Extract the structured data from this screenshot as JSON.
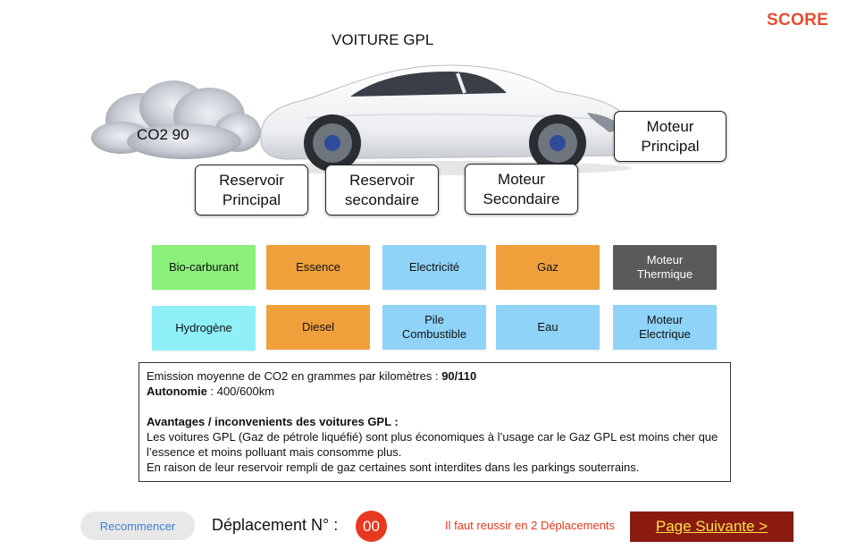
{
  "header": {
    "score_label": "SCORE",
    "title": "VOITURE GPL"
  },
  "scene": {
    "emission_label": "CO2 90",
    "car_image": "white-sports-car-illustration",
    "cloud_image": "smoke-cloud"
  },
  "slots": [
    {
      "label": "Reservoir\nPrincipal"
    },
    {
      "label": "Reservoir\nsecondaire"
    },
    {
      "label": "Moteur\nSecondaire"
    },
    {
      "label": "Moteur\nPrincipal"
    }
  ],
  "tiles": [
    {
      "label": "Bio-carburant",
      "color": "#8af07a"
    },
    {
      "label": "Essence",
      "color": "#f0a03a"
    },
    {
      "label": "Electricité",
      "color": "#8fd3f8"
    },
    {
      "label": "Gaz",
      "color": "#f0a03a"
    },
    {
      "label": "Moteur\nThermique",
      "color": "#5a5a5a"
    },
    {
      "label": "Hydrogène",
      "color": "#8ff0f8"
    },
    {
      "label": "Diesel",
      "color": "#f0a03a"
    },
    {
      "label": "Pile\nCombustible",
      "color": "#8fd3f8"
    },
    {
      "label": "Eau",
      "color": "#8fd3f8"
    },
    {
      "label": "Moteur\nElectrique",
      "color": "#8fd3f8"
    }
  ],
  "info": {
    "emission_text": "Emission moyenne de CO2 en grammes par kilomètres : ",
    "emission_value": "90/110",
    "autonomy_label": "Autonomie",
    "autonomy_value": " :  400/600km",
    "pros_cons_title": "Avantages / inconvenients des voitures GPL :",
    "paragraph_1": "Les voitures GPL (Gaz de pétrole liquéfié) sont plus économiques à l’usage car le Gaz GPL est moins cher que l’essence et moins polluant mais consomme plus.",
    "paragraph_2": "En raison de leur reservoir rempli de gaz certaines sont interdites dans les parkings souterrains."
  },
  "footer": {
    "restart_label": "Recommencer",
    "move_label": "Déplacement N° :",
    "move_count": "00",
    "hint": "Il faut reussir en 2 Déplacements",
    "next_label": "Page Suivante >"
  },
  "colors": {
    "score": "#e74c2e",
    "counter": "#e6391f",
    "next_bg": "#8b1a10",
    "next_text": "#f5e24a",
    "restart_text": "#3d7fd6"
  }
}
